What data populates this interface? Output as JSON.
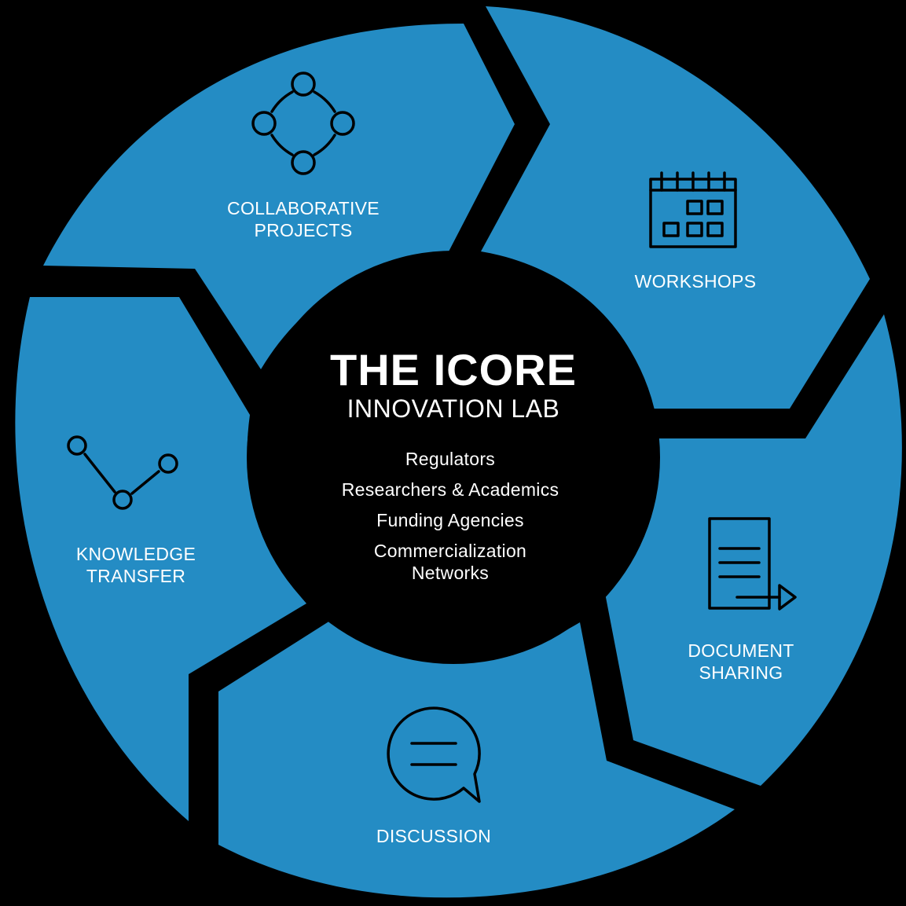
{
  "colors": {
    "segment_fill": "#248CC4",
    "background": "#000000",
    "text": "#ffffff",
    "icon": "#000000"
  },
  "center": {
    "title": "THE ICORE",
    "subtitle": "INNOVATION LAB",
    "stakeholders": [
      "Regulators",
      "Researchers & Academics",
      "Funding Agencies",
      "Commercialization",
      "Networks"
    ]
  },
  "segments": [
    {
      "id": "collaborative",
      "icon": "network-nodes-icon",
      "lines": [
        "COLLABORATIVE",
        "PROJECTS"
      ]
    },
    {
      "id": "workshops",
      "icon": "calendar-icon",
      "lines": [
        "WORKSHOPS"
      ]
    },
    {
      "id": "document",
      "icon": "document-send-icon",
      "lines": [
        "DOCUMENT",
        "SHARING"
      ]
    },
    {
      "id": "discussion",
      "icon": "speech-bubble-icon",
      "lines": [
        "DISCUSSION"
      ]
    },
    {
      "id": "knowledge",
      "icon": "connected-path-icon",
      "lines": [
        "KNOWLEDGE",
        "TRANSFER"
      ]
    }
  ]
}
